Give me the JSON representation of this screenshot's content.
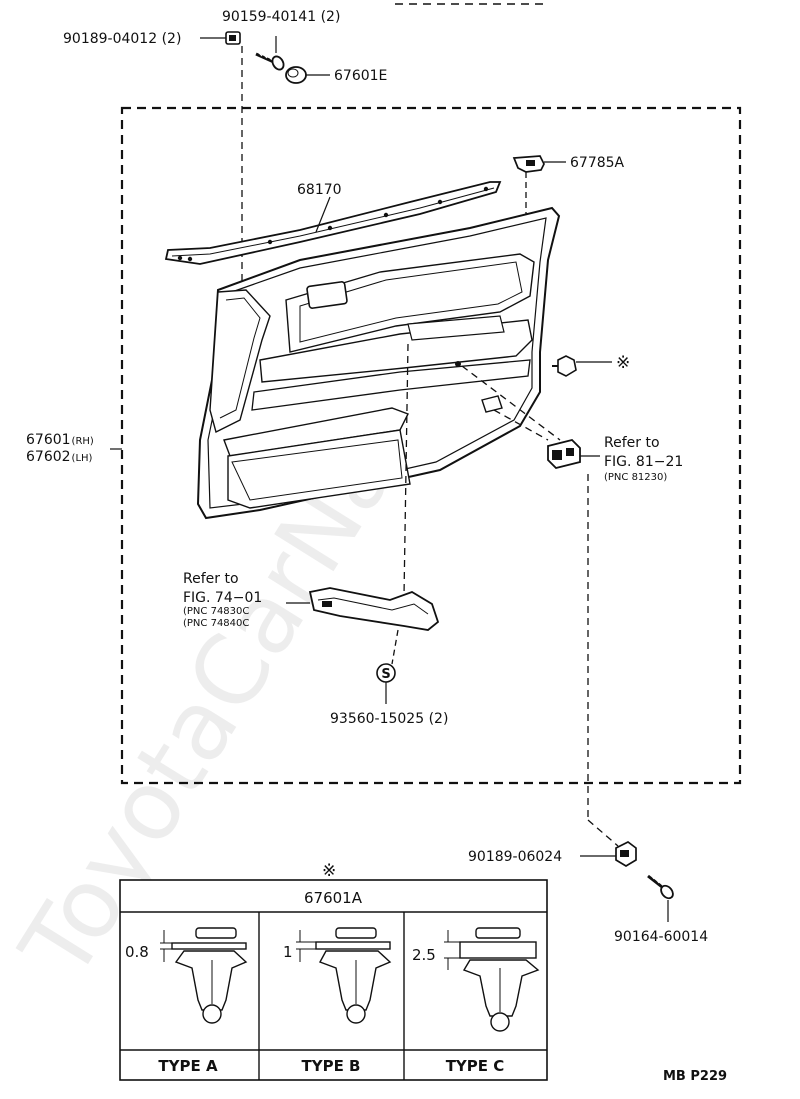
{
  "watermark": "ToyotaCarNameru",
  "parts": {
    "clip_screw_top": "90189-04012 (2)",
    "screw_top": "90159-40141 (2)",
    "cap": "67601E",
    "clip_upper_right": "67785A",
    "weatherstrip": "68170",
    "panel_rh": "67601",
    "panel_rh_suffix": "(RH)",
    "panel_lh": "67602",
    "panel_lh_suffix": "(LH)",
    "screw_s": "93560-15025 (2)",
    "clip_bottom": "90189-06024",
    "screw_bottom": "90164-60014",
    "s_mark": "S",
    "clip_mark": "※"
  },
  "refs": {
    "switch": {
      "line1": "Refer to",
      "line2": "FIG. 81−21",
      "pnc": "(PNC 81230)"
    },
    "handle": {
      "line1": "Refer to",
      "line2": "FIG. 74−01",
      "pnc1": "PNC 74830C",
      "pnc2": "PNC 74840C"
    }
  },
  "table": {
    "mark": "※",
    "title": "67601A",
    "types": [
      {
        "label": "TYPE A",
        "dimension": "0.8"
      },
      {
        "label": "TYPE B",
        "dimension": "1"
      },
      {
        "label": "TYPE C",
        "dimension": "2.5"
      }
    ]
  },
  "page_code": "MB P229"
}
